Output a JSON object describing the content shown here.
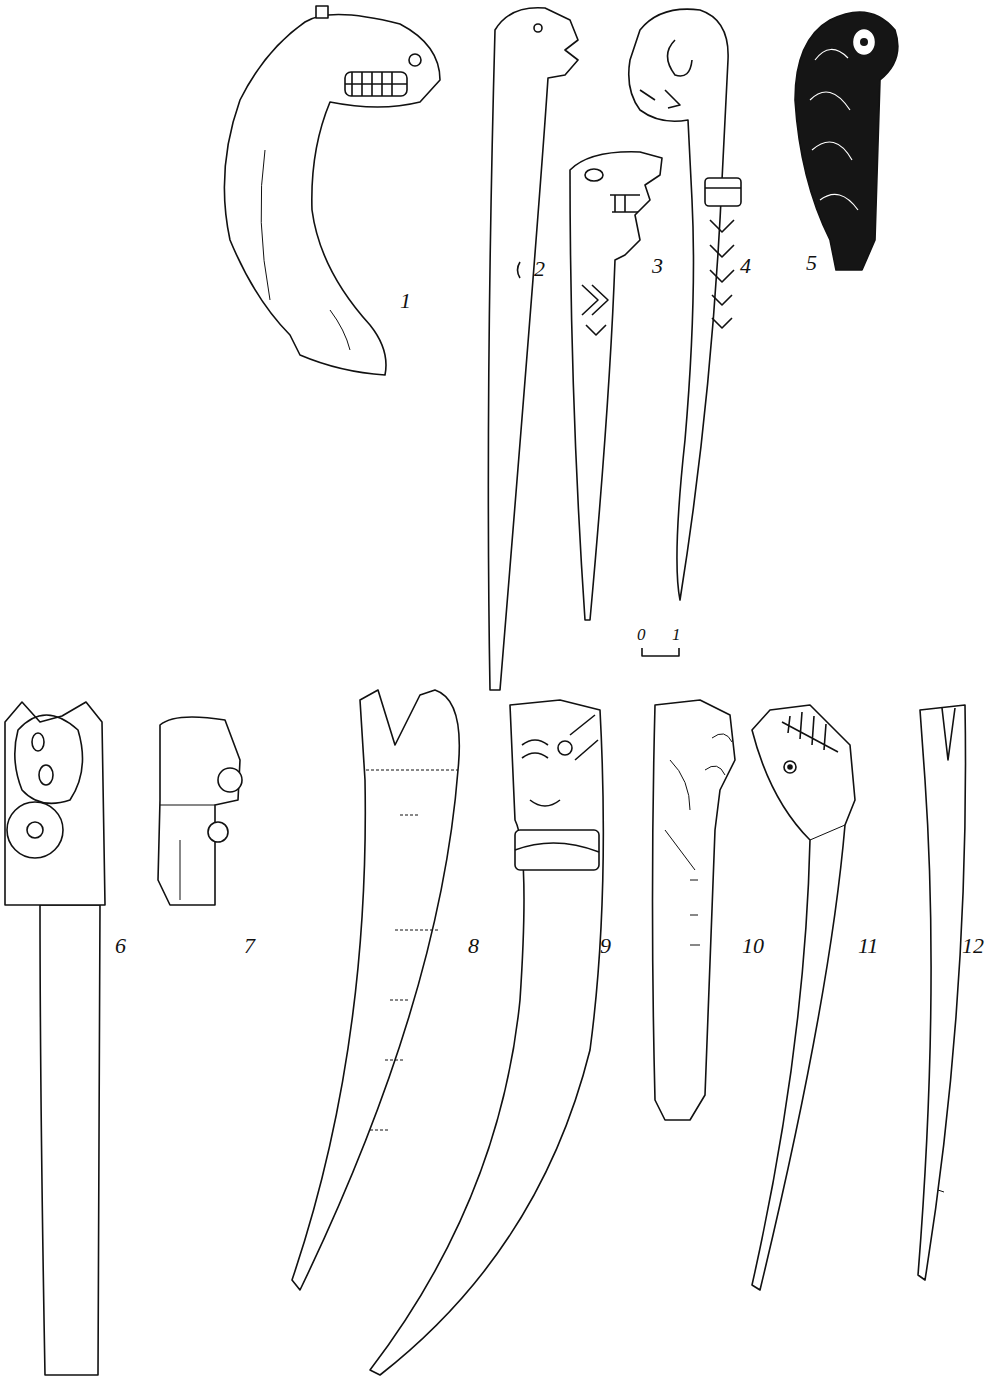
{
  "diagram": {
    "labels": [
      "1",
      "2",
      "3",
      "4",
      "5",
      "6",
      "7",
      "8",
      "9",
      "10",
      "11",
      "12",
      "0",
      "1"
    ]
  }
}
